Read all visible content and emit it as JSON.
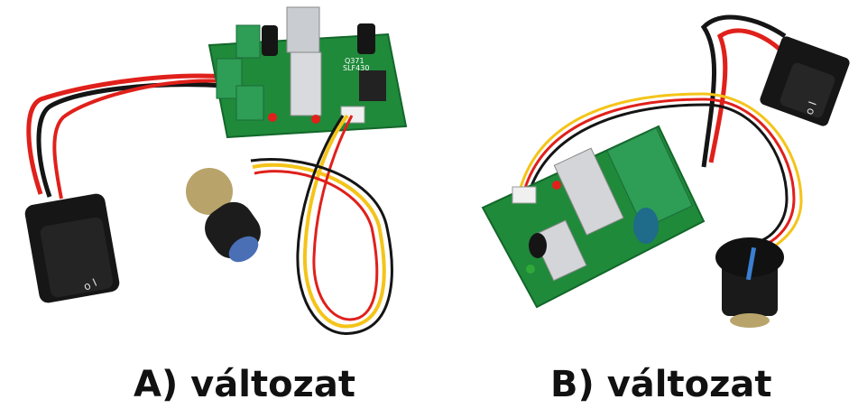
{
  "captions": {
    "a": "A) változat",
    "b": "B) változat"
  },
  "colors": {
    "pcb": "#1f8a3a",
    "wire_red": "#e0201b",
    "wire_black": "#151515",
    "wire_yellow": "#f4c419",
    "terminal": "#2e9d55",
    "switch": "#161616"
  },
  "pcb_texts": {
    "a_chip_label": "Q371",
    "a_chip_label2": "SLF430"
  }
}
